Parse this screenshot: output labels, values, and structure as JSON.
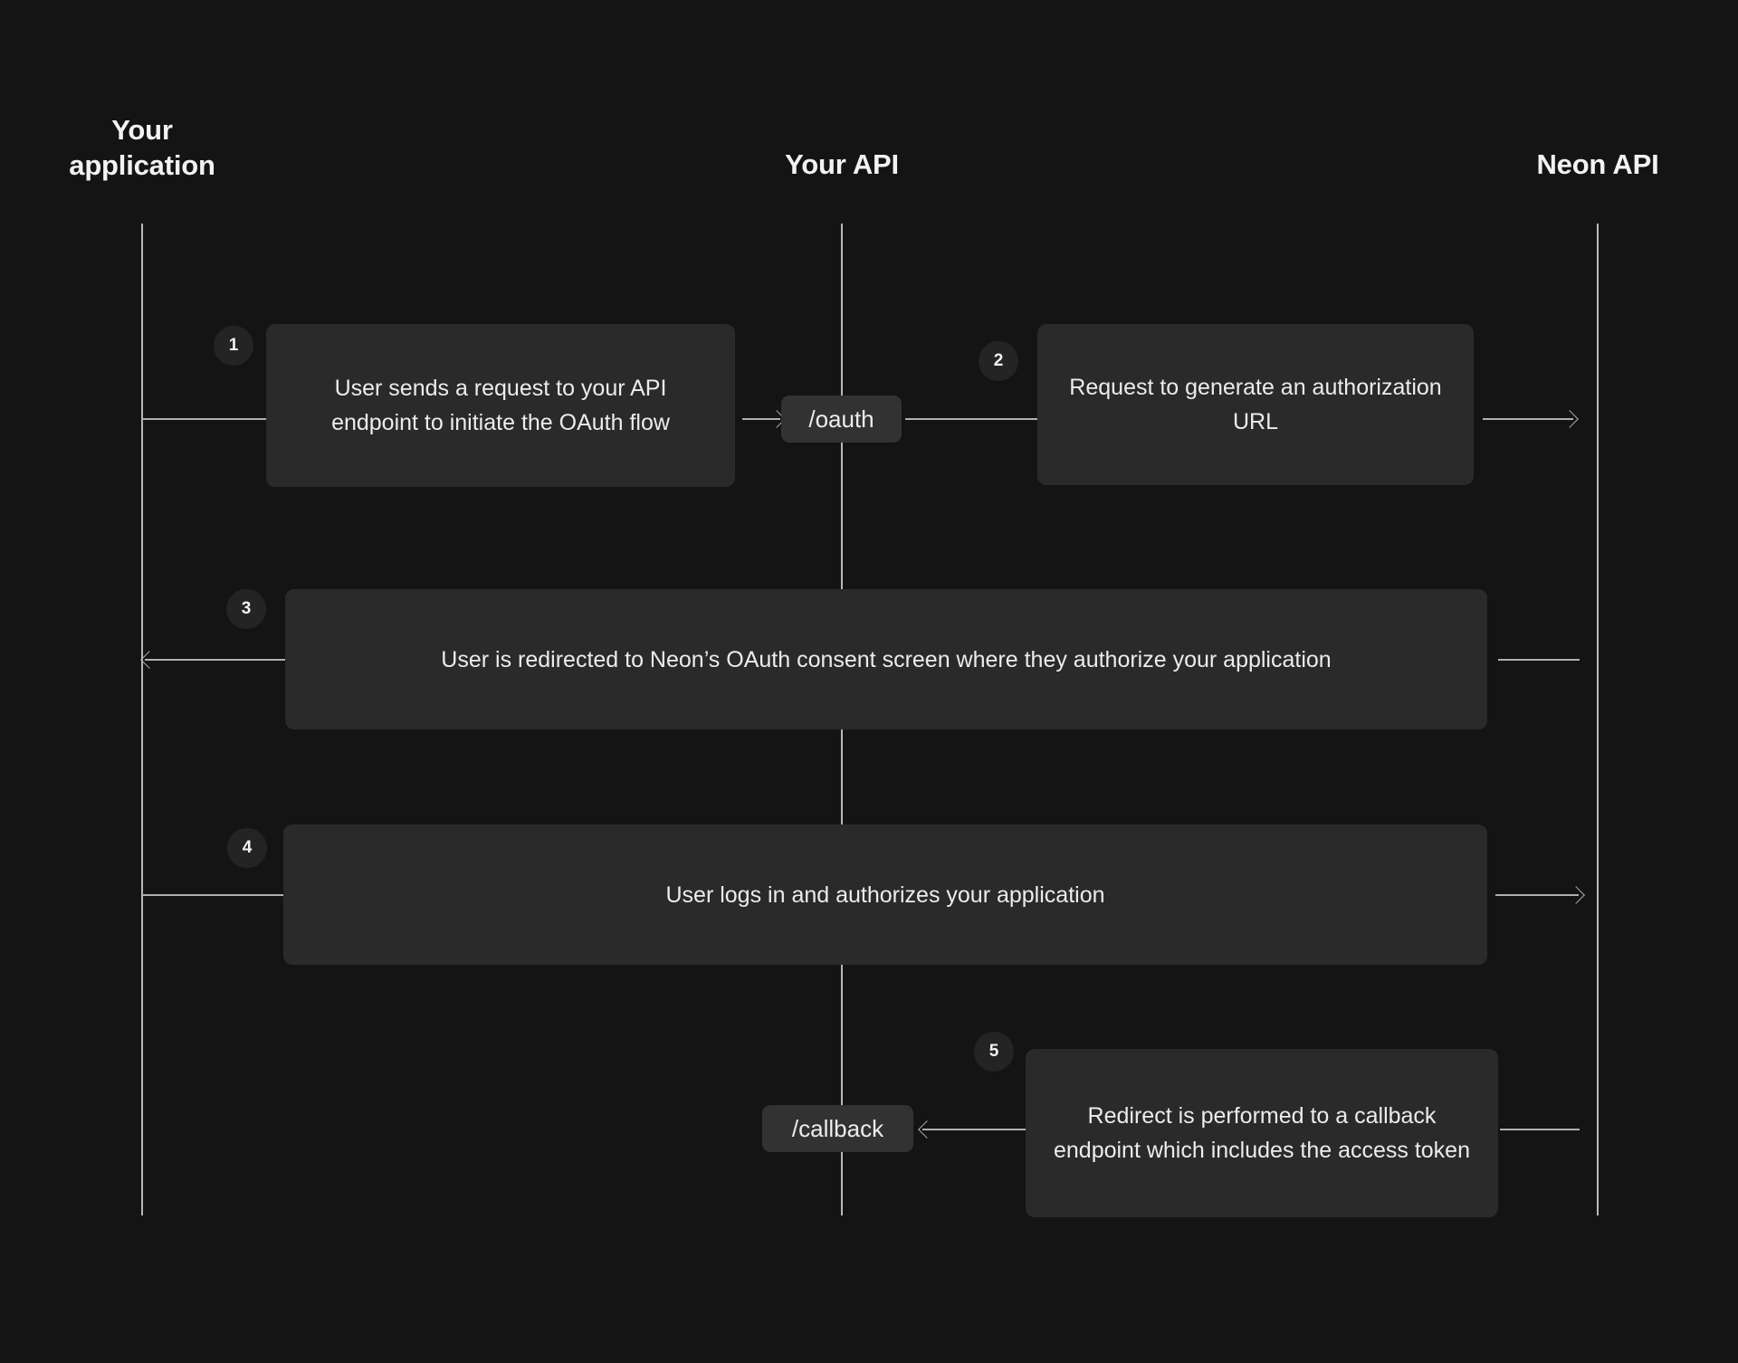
{
  "diagram": {
    "title": "Neon OAuth flow sequence diagram",
    "type": "sequence-diagram",
    "background_color": "#141414",
    "box_color": "#2a2a2a",
    "pill_color": "#323232",
    "badge_color": "#242424",
    "line_color": "#b0b0b0",
    "text_color": "#ececed"
  },
  "columns": [
    {
      "id": "app",
      "label": "Your\napplication",
      "line1": "Your",
      "line2": "application"
    },
    {
      "id": "api",
      "label": "Your API"
    },
    {
      "id": "neon",
      "label": "Neon API"
    }
  ],
  "steps": [
    {
      "number": "1",
      "text": "User sends a request to your API endpoint to initiate the OAuth flow",
      "from": "app",
      "to": "api",
      "direction": "right"
    },
    {
      "number": "2",
      "text": "Request to generate an authorization URL",
      "from": "api",
      "to": "neon",
      "direction": "right"
    },
    {
      "number": "3",
      "text": "User is redirected to Neon’s OAuth consent screen where they authorize your application",
      "from": "neon",
      "to": "app",
      "direction": "left"
    },
    {
      "number": "4",
      "text": "User logs in and authorizes your application",
      "from": "app",
      "to": "neon",
      "direction": "right"
    },
    {
      "number": "5",
      "text": "Redirect is performed to a callback endpoint which includes the access token",
      "from": "neon",
      "to": "api",
      "direction": "left"
    }
  ],
  "endpoints": [
    {
      "id": "oauth",
      "label": "/oauth",
      "on_column": "api"
    },
    {
      "id": "callback",
      "label": "/callback",
      "on_column": "api"
    }
  ]
}
